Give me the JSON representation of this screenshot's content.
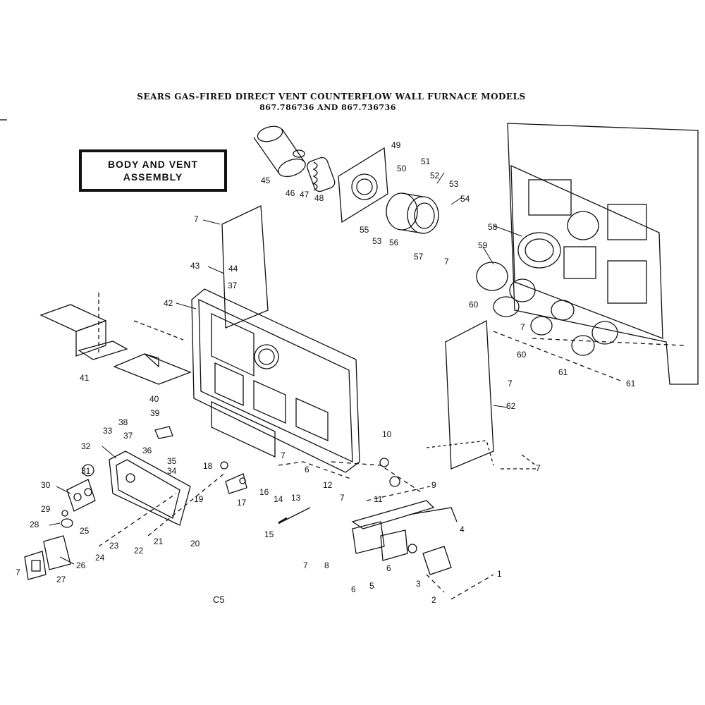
{
  "title": {
    "line1": "SEARS GAS-FIRED DIRECT VENT COUNTERFLOW WALL FURNACE MODELS",
    "line2": "867.786736 AND 867.736736"
  },
  "assembly_label": {
    "line1": "BODY AND VENT",
    "line2": "ASSEMBLY"
  },
  "page_code": "C5",
  "part_labels": [
    "1",
    "2",
    "3",
    "4",
    "5",
    "6",
    "7",
    "8",
    "9",
    "10",
    "11",
    "12",
    "13",
    "14",
    "15",
    "16",
    "17",
    "18",
    "19",
    "20",
    "21",
    "22",
    "23",
    "24",
    "25",
    "26",
    "27",
    "28",
    "29",
    "30",
    "31",
    "32",
    "33",
    "34",
    "35",
    "36",
    "37",
    "38",
    "39",
    "40",
    "41",
    "42",
    "43",
    "44",
    "45",
    "46",
    "47",
    "48",
    "49",
    "50",
    "51",
    "52",
    "53",
    "54",
    "55",
    "56",
    "57",
    "58",
    "59",
    "60",
    "61",
    "62"
  ],
  "colors": {
    "ink": "#111111",
    "paper": "#ffffff"
  }
}
